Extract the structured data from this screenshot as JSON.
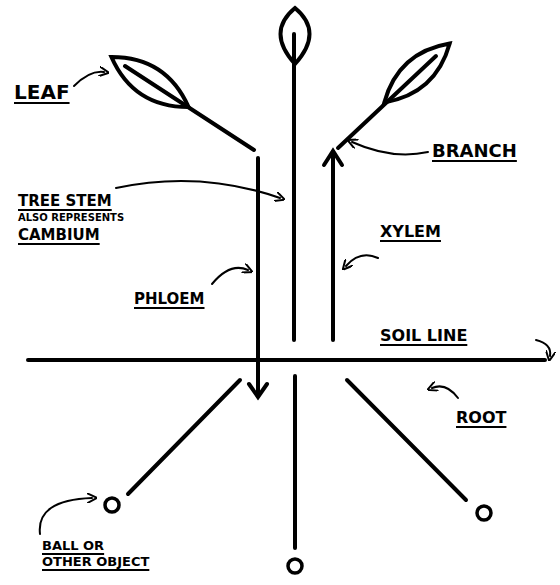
{
  "diagram": {
    "labels": [
      "LEAF",
      "BRANCH",
      "TREE STEM",
      "ALSO REPRESENTS",
      "CAMBIUM",
      "XYLEM",
      "PHLOEM",
      "SOIL LINE",
      "ROOT",
      "BALL OR OTHER OBJECT"
    ]
  }
}
